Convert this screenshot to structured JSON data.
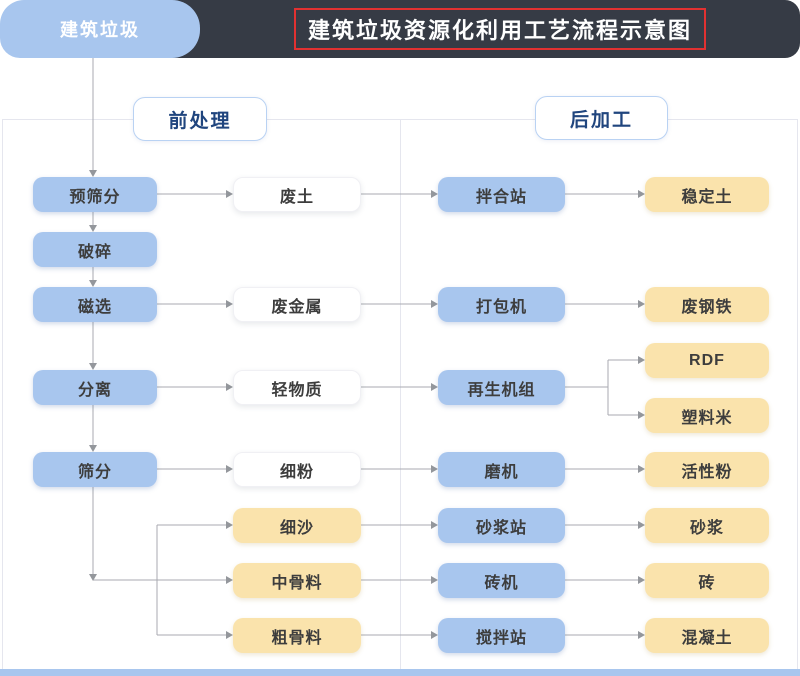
{
  "badge": {
    "label": "建筑垃圾"
  },
  "title": "建筑垃圾资源化利用工艺流程示意图",
  "sections": [
    {
      "id": "pre",
      "label": "前处理"
    },
    {
      "id": "post",
      "label": "后加工"
    }
  ],
  "nodes": [
    {
      "id": "yushaifen",
      "label": "预筛分",
      "category": "process"
    },
    {
      "id": "posui",
      "label": "破碎",
      "category": "process"
    },
    {
      "id": "cixuan",
      "label": "磁选",
      "category": "process"
    },
    {
      "id": "fenli",
      "label": "分离",
      "category": "process"
    },
    {
      "id": "shaifen",
      "label": "筛分",
      "category": "process"
    },
    {
      "id": "feitu",
      "label": "废土",
      "category": "material"
    },
    {
      "id": "feijinshu",
      "label": "废金属",
      "category": "material"
    },
    {
      "id": "qingwuzhi",
      "label": "轻物质",
      "category": "material"
    },
    {
      "id": "xifen",
      "label": "细粉",
      "category": "material"
    },
    {
      "id": "xisha",
      "label": "细沙",
      "category": "product"
    },
    {
      "id": "zhongguliao",
      "label": "中骨料",
      "category": "product"
    },
    {
      "id": "cuguliao",
      "label": "粗骨料",
      "category": "product"
    },
    {
      "id": "banhezhan",
      "label": "拌合站",
      "category": "process"
    },
    {
      "id": "dabaoji",
      "label": "打包机",
      "category": "process"
    },
    {
      "id": "zaishengjizu",
      "label": "再生机组",
      "category": "process"
    },
    {
      "id": "moji",
      "label": "磨机",
      "category": "process"
    },
    {
      "id": "shajiangzhan",
      "label": "砂浆站",
      "category": "process"
    },
    {
      "id": "zhuanji",
      "label": "砖机",
      "category": "process"
    },
    {
      "id": "jiaobanzhan",
      "label": "搅拌站",
      "category": "process"
    },
    {
      "id": "wendingtu",
      "label": "稳定土",
      "category": "product"
    },
    {
      "id": "feigangtie",
      "label": "废钢铁",
      "category": "product"
    },
    {
      "id": "rdf",
      "label": "RDF",
      "category": "product"
    },
    {
      "id": "suliaomi",
      "label": "塑料米",
      "category": "product"
    },
    {
      "id": "huoxingfen",
      "label": "活性粉",
      "category": "product"
    },
    {
      "id": "shajiang",
      "label": "砂浆",
      "category": "product"
    },
    {
      "id": "zhuan",
      "label": "砖",
      "category": "product"
    },
    {
      "id": "hunningtu",
      "label": "混凝土",
      "category": "product"
    }
  ],
  "connections": [
    [
      "建筑垃圾",
      "预筛分"
    ],
    [
      "预筛分",
      "破碎"
    ],
    [
      "破碎",
      "磁选"
    ],
    [
      "磁选",
      "分离"
    ],
    [
      "分离",
      "筛分"
    ],
    [
      "预筛分",
      "废土"
    ],
    [
      "废土",
      "拌合站"
    ],
    [
      "拌合站",
      "稳定土"
    ],
    [
      "磁选",
      "废金属"
    ],
    [
      "废金属",
      "打包机"
    ],
    [
      "打包机",
      "废钢铁"
    ],
    [
      "分离",
      "轻物质"
    ],
    [
      "轻物质",
      "再生机组"
    ],
    [
      "再生机组",
      "RDF"
    ],
    [
      "再生机组",
      "塑料米"
    ],
    [
      "筛分",
      "细粉"
    ],
    [
      "细粉",
      "磨机"
    ],
    [
      "磨机",
      "活性粉"
    ],
    [
      "筛分",
      "细沙"
    ],
    [
      "细沙",
      "砂浆站"
    ],
    [
      "砂浆站",
      "砂浆"
    ],
    [
      "筛分",
      "中骨料"
    ],
    [
      "中骨料",
      "砖机"
    ],
    [
      "砖机",
      "砖"
    ],
    [
      "筛分",
      "粗骨料"
    ],
    [
      "粗骨料",
      "搅拌站"
    ],
    [
      "搅拌站",
      "混凝土"
    ]
  ],
  "colors": {
    "header_bg": "#363b45",
    "badge_bg": "#a8c6ee",
    "process_box": "#a8c6ee",
    "product_box": "#fae3ac",
    "material_box": "#ffffff",
    "section_border": "#b9d2f3",
    "section_text": "#20457e",
    "connector": "#a8aab0",
    "title_highlight": "#e23131",
    "footer_bar": "#a8c6ee"
  }
}
